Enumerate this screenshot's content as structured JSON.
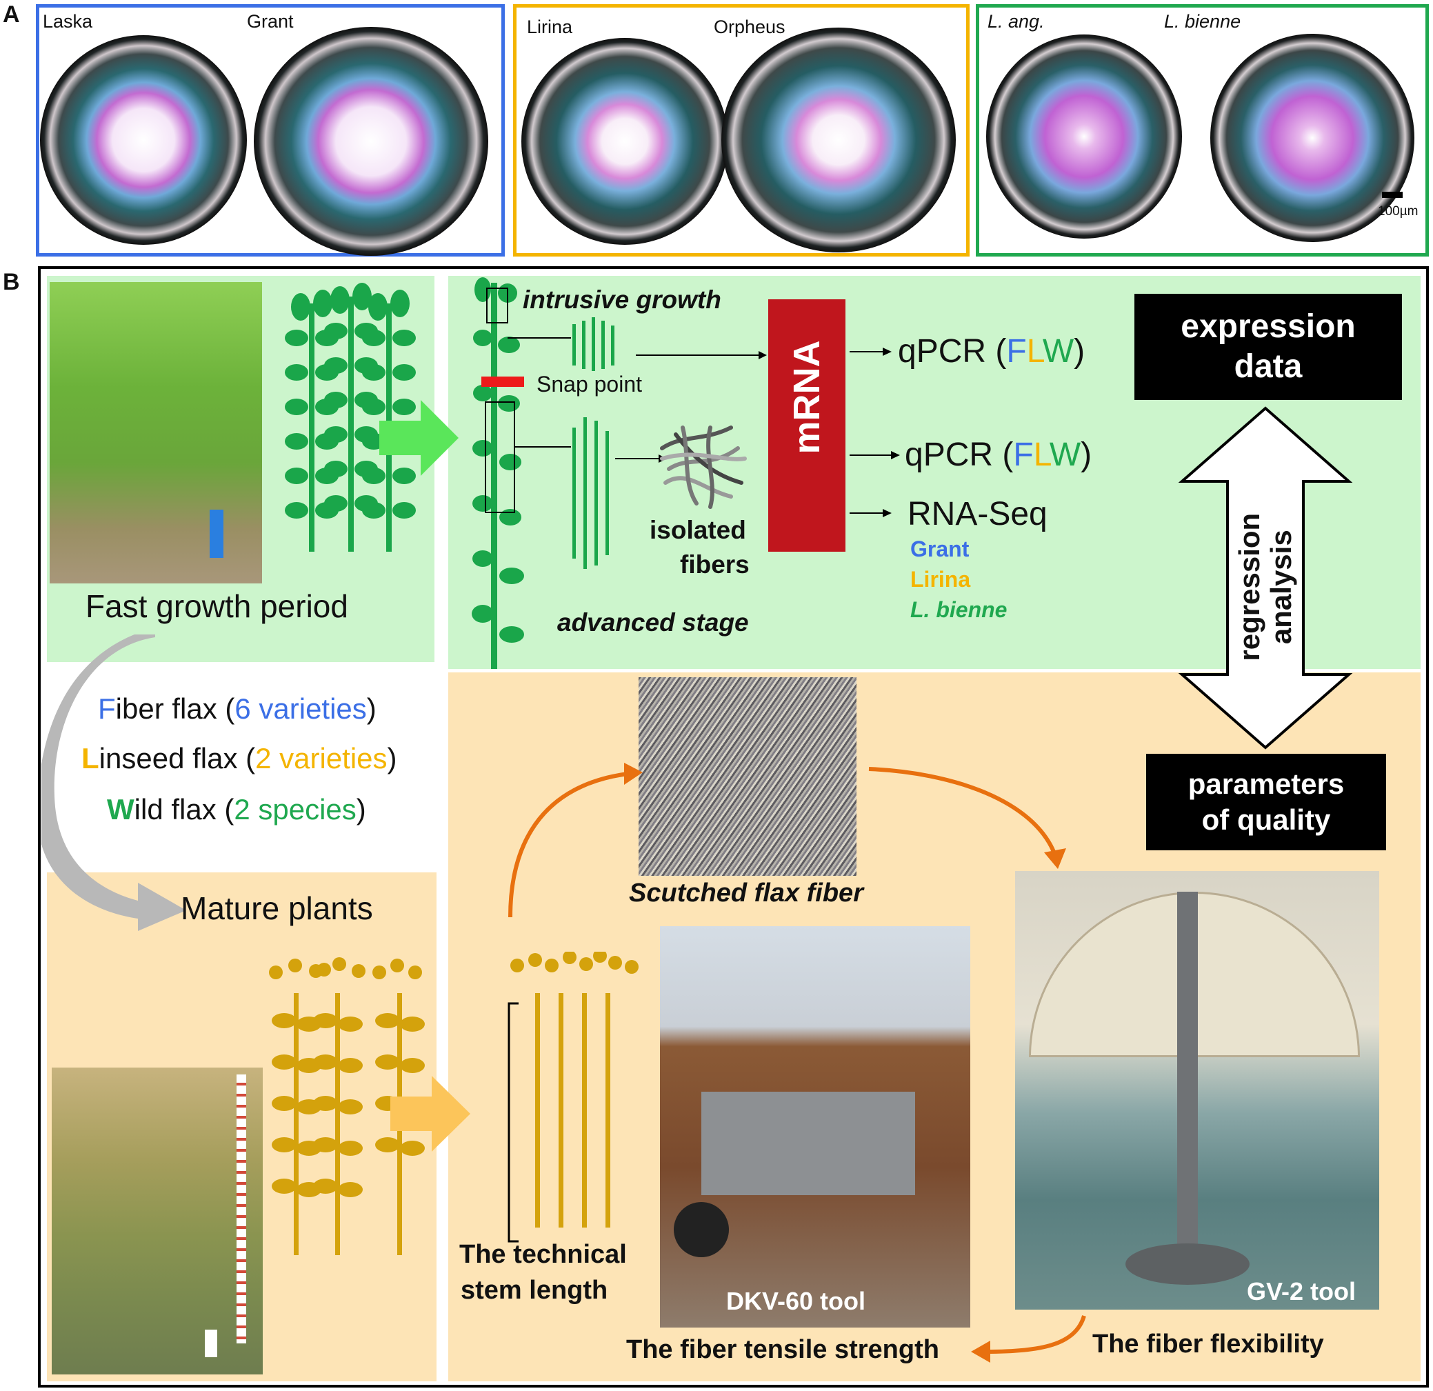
{
  "panel_a": {
    "letter": "A",
    "groups": [
      {
        "color": "#3b6fe6",
        "labels": [
          "Laska",
          "Grant"
        ],
        "italic": false
      },
      {
        "color": "#f4b400",
        "labels": [
          "Lirina",
          "Orpheus"
        ],
        "italic": false
      },
      {
        "color": "#1fa84f",
        "labels": [
          "L. ang.",
          "L. bienne"
        ],
        "italic": true
      }
    ],
    "scale_bar": "100µm"
  },
  "panel_b": {
    "letter": "B",
    "fast_growth": "Fast growth period",
    "intrusive_growth": "intrusive growth",
    "snap_point": "Snap point",
    "isolated_fibers_1": "isolated",
    "isolated_fibers_2": "fibers",
    "advanced_stage": "advanced stage",
    "mrna": "mRNA",
    "qpcr_prefix": "qPCR (",
    "qpcr_suffix": ")",
    "flw": {
      "F": "F",
      "L": "L",
      "W": "W"
    },
    "rnaseq": "RNA-Seq",
    "rnaseq_samples": [
      "Grant",
      "Lirina",
      "L. bienne"
    ],
    "expression_data_1": "expression",
    "expression_data_2": "data",
    "regression_1": "regression",
    "regression_2": "analysis",
    "parameters_1": "parameters",
    "parameters_2": "of quality",
    "varieties": [
      {
        "initial": "F",
        "rest": "iber flax (",
        "count": "6 varieties",
        "close": ")"
      },
      {
        "initial": "L",
        "rest": "inseed flax (",
        "count": "2 varieties",
        "close": ")"
      },
      {
        "initial": "W",
        "rest": "ild flax (",
        "count": "2 species",
        "close": ")"
      }
    ],
    "mature_plants": "Mature plants",
    "scutched": "Scutched flax fiber",
    "technical_1": "The technical",
    "technical_2": "stem length",
    "dkv_tool": "DKV-60 tool",
    "gv_tool": "GV-2 tool",
    "tensile": "The fiber tensile strength",
    "flexibility": "The fiber flexibility"
  },
  "colors": {
    "blue": "#3b6fe6",
    "yellow": "#f4b400",
    "green": "#1fa84f",
    "plant_green": "#1aa64a",
    "plant_gold": "#d4a20c",
    "mrna_red": "#c0161d",
    "bg_green": "#ccf5cc",
    "bg_tan": "#fde4b6",
    "orange_arrow": "#e8700f"
  }
}
